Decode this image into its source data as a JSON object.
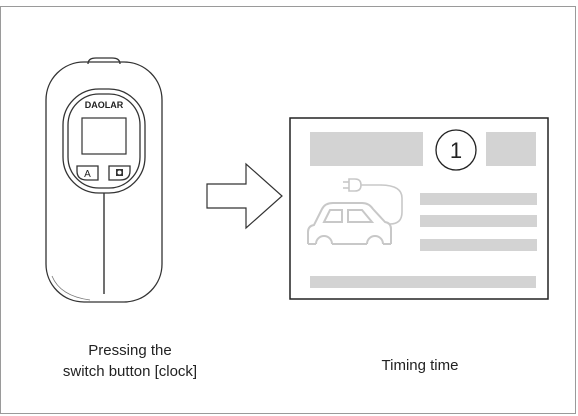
{
  "device": {
    "brand": "DAOLAR",
    "button_a_label": "A",
    "button_clock_icon": "clock-icon"
  },
  "screen_preview": {
    "badge": "1"
  },
  "captions": {
    "left_line1": "Pressing the",
    "left_line2": "switch button [clock]",
    "right": "Timing time"
  },
  "colors": {
    "stroke": "#333333",
    "placeholder_bar": "#d3d3d3",
    "car_outline": "#c8c8c8"
  }
}
